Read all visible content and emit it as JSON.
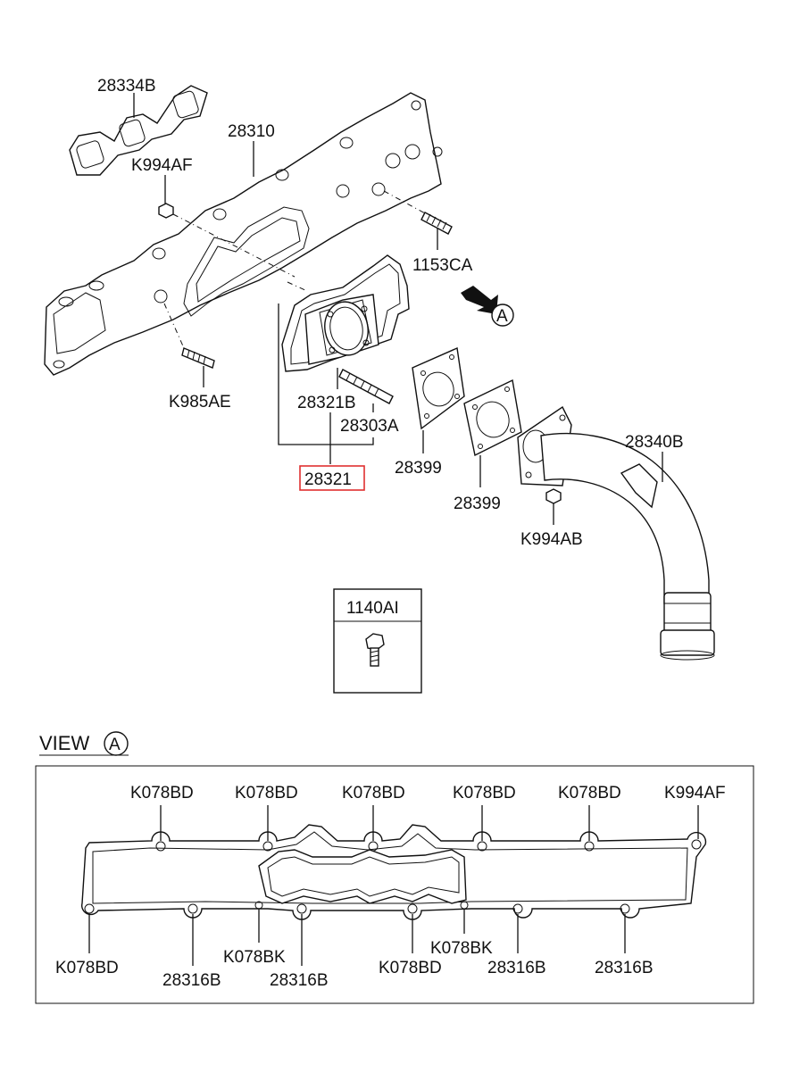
{
  "labels": {
    "gasket_top": "28334B",
    "manifold": "28310",
    "nut_top": "K994AF",
    "stud_right": "1153CA",
    "arrow_view": "A",
    "stud_left": "K985AE",
    "flange_gasket": "28321B",
    "stud_small": "28303A",
    "assembly": "28321",
    "gasket_a": "28399",
    "gasket_b": "28399",
    "pipe": "28340B",
    "nut_pipe": "K994AB",
    "bolt_box": "1140AI"
  },
  "view": {
    "title": "VIEW",
    "circle": "A",
    "top_labels": [
      "K078BD",
      "K078BD",
      "K078BD",
      "K078BD",
      "K078BD",
      "K994AF"
    ],
    "bottom_labels": [
      "K078BD",
      "28316B",
      "K078BK",
      "28316B",
      "K078BD",
      "K078BK",
      "28316B",
      "28316B"
    ]
  },
  "colors": {
    "highlight": "#e03030",
    "ink": "#111111"
  }
}
